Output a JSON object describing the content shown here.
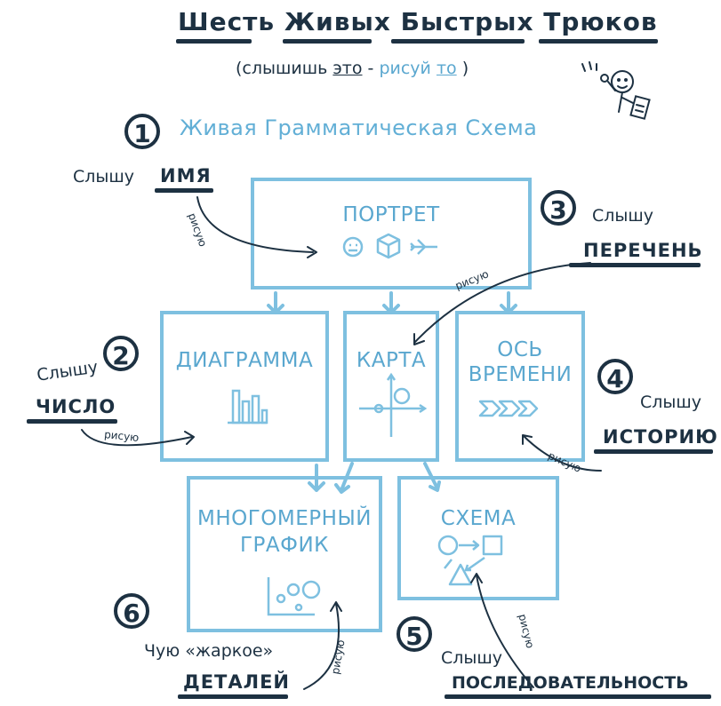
{
  "title": "Шесть Живых Быстрых Трюков",
  "subtitle": {
    "open": "(слышишь",
    "this": "это",
    "dash": "-",
    "draw": "рисуй",
    "that": "то",
    "close": ")"
  },
  "section": {
    "number": "1",
    "title": "Живая Грамматическая Схема"
  },
  "boxes": {
    "portrait": "ПОРТРЕТ",
    "diagram": "ДИАГРАММА",
    "map": "КАРТА",
    "timeline_1": "ОСЬ",
    "timeline_2": "ВРЕМЕНИ",
    "multivar_1": "МНОГОМЕРНЫЙ",
    "multivar_2": "ГРАФИК",
    "scheme": "СХЕМА"
  },
  "annotations": {
    "hear_name": "Слышу",
    "name_kw": "ИМЯ",
    "draw_1": "рисую",
    "num_3": "3",
    "hear_list": "Слышу",
    "list_kw": "ПЕРЕЧЕНЬ",
    "draw_3": "рисую",
    "num_2": "2",
    "hear_number": "Слышу",
    "number_kw": "ЧИСЛО",
    "draw_2": "рисую",
    "num_4": "4",
    "hear_story": "Слышу",
    "story_kw": "ИСТОРИЮ",
    "draw_4": "рисую",
    "num_6": "6",
    "feel": "Чую «жаркое»",
    "details_kw": "ДЕТАЛЕЙ",
    "draw_6": "рисую",
    "num_5": "5",
    "hear_seq": "Слышу",
    "seq_kw": "ПОСЛЕДОВАТЕЛЬНОСТЬ",
    "draw_5": "рисую"
  },
  "icons": {
    "portrait": [
      "face-icon",
      "cube-icon",
      "airplane-icon"
    ],
    "diagram": "bar-chart-icon",
    "map": "crosshair-map-icon",
    "timeline": "chevron-arrows-icon",
    "multivar": "bubble-plot-icon",
    "scheme": "flow-shapes-icon",
    "character": "stick-figure-icon"
  },
  "colors": {
    "ink": "#1d3142",
    "accent": "#7ec0e0",
    "accent_text": "#5aa7cf"
  }
}
